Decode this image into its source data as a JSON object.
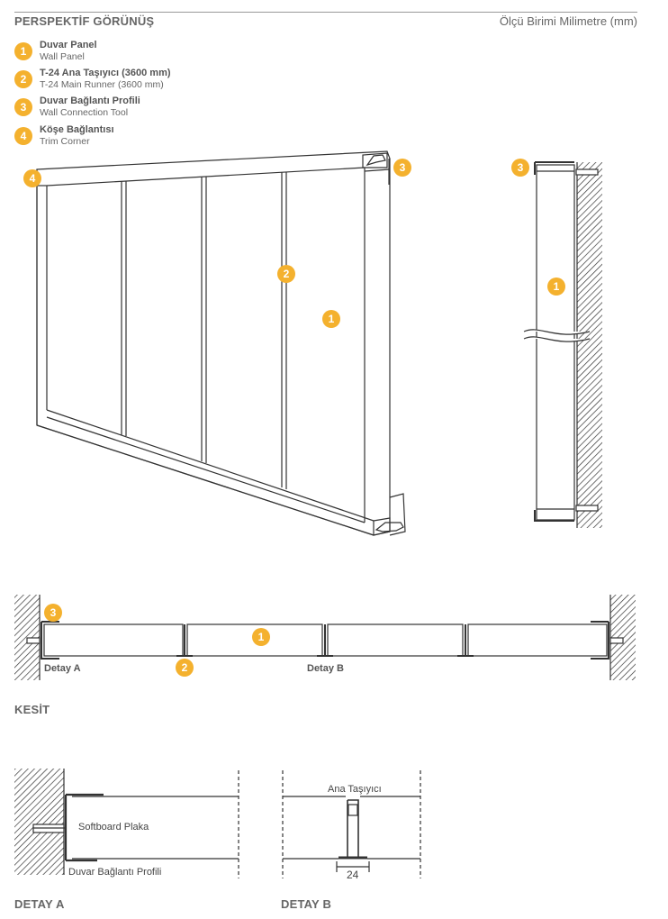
{
  "header": {
    "title": "PERSPEKTİF GÖRÜNÜŞ",
    "units": "Ölçü Birimi Milimetre (mm)"
  },
  "legend": [
    {
      "num": "1",
      "tr": "Duvar Panel",
      "en": "Wall Panel"
    },
    {
      "num": "2",
      "tr": "T-24 Ana Taşıyıcı (3600 mm)",
      "en": "T-24 Main Runner (3600 mm)"
    },
    {
      "num": "3",
      "tr": "Duvar Bağlantı Profili",
      "en": "Wall Connection Tool"
    },
    {
      "num": "4",
      "tr": "Köşe Bağlantısı",
      "en": "Trim Corner"
    }
  ],
  "section": {
    "title": "KESİT",
    "detail_a_tag": "Detay A",
    "detail_b_tag": "Detay B"
  },
  "detail_a": {
    "title": "DETAY A",
    "panel_label": "Softboard Plaka",
    "profile_label": "Duvar Bağlantı Profili"
  },
  "detail_b": {
    "title": "DETAY B",
    "runner_label": "Ana Taşıyıcı",
    "dimension": "24"
  },
  "colors": {
    "badge": "#f4b12e",
    "line": "#333333"
  }
}
